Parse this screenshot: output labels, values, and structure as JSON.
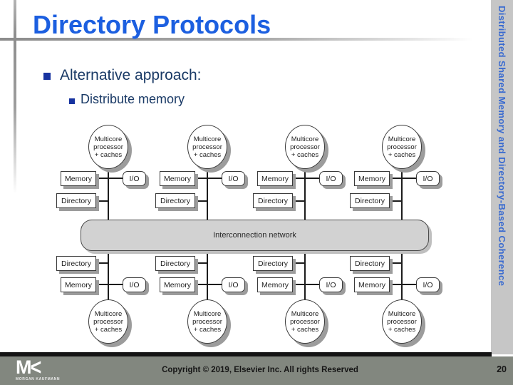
{
  "slide": {
    "title": "Directory Protocols",
    "bullet_level1": "Alternative approach:",
    "bullet_level2": "Distribute memory",
    "sidebar_text": "Distributed Shared Memory and Directory-Based Coherence"
  },
  "diagram": {
    "type": "node-network-diagram",
    "columns": 4,
    "mirrored_top_bottom": true,
    "network_label": "Interconnection network",
    "node": {
      "processor_line1": "Multicore",
      "processor_line2": "processor",
      "processor_line3": "+ caches",
      "memory": "Memory",
      "io": "I/O",
      "directory": "Directory"
    }
  },
  "footer": {
    "copyright": "Copyright © 2019, Elsevier Inc. All rights Reserved",
    "page_number": "20",
    "logo_m": "M",
    "logo_k": "<",
    "logo_sub": "MORGAN KAUFMANN"
  },
  "colors": {
    "title_blue": "#1C5FE0",
    "body_navy": "#1A3A66",
    "bullet_blue": "#1733A0",
    "sidebar_text_blue": "#3A6BD0",
    "sidebar_bg": "#C6C6C6",
    "footer_bg": "#82877F",
    "footer_line_black": "#141414",
    "network_fill": "#D2D2D2"
  }
}
